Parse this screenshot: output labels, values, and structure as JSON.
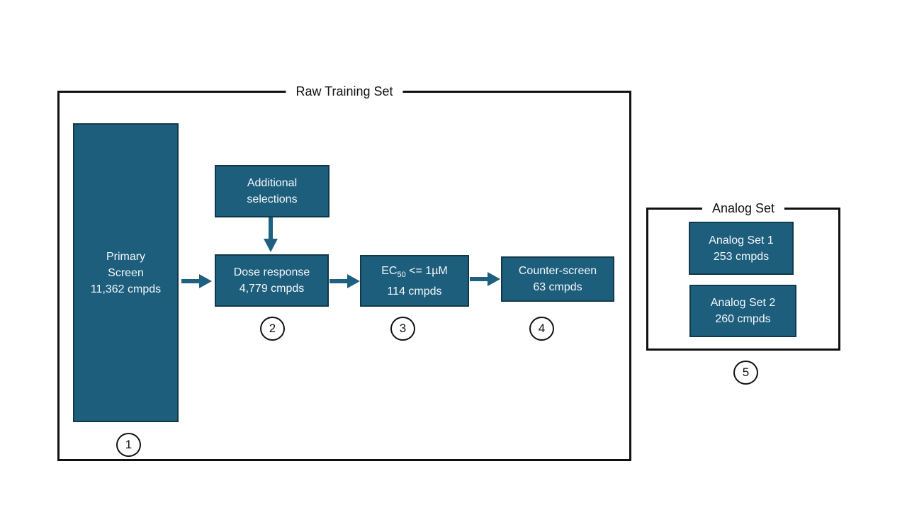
{
  "colors": {
    "box_fill": "#1d5e7d",
    "box_border": "#12394b",
    "box_text": "#f5f8fa",
    "arrow": "#1d6080",
    "group_border": "#111111",
    "label_text": "#111111",
    "background": "#ffffff"
  },
  "groups": {
    "raw_training": {
      "label": "Raw Training Set"
    },
    "analog": {
      "label": "Analog Set"
    }
  },
  "boxes": {
    "primary_screen": {
      "lines": [
        "Primary",
        "Screen",
        "11,362 cmpds"
      ]
    },
    "additional_selections": {
      "lines": [
        "Additional",
        "selections"
      ]
    },
    "dose_response": {
      "lines": [
        "Dose response",
        "4,779 cmpds"
      ]
    },
    "ec50": {
      "prefix": "EC",
      "subscript": "50",
      "suffix": " <= 1µM",
      "line2": "114 cmpds"
    },
    "counter_screen": {
      "lines": [
        "Counter-screen",
        "63 cmpds"
      ]
    },
    "analog_set_1": {
      "lines": [
        "Analog Set 1",
        "253 cmpds"
      ]
    },
    "analog_set_2": {
      "lines": [
        "Analog Set 2",
        "260 cmpds"
      ]
    }
  },
  "steps": [
    "1",
    "2",
    "3",
    "4",
    "5"
  ]
}
